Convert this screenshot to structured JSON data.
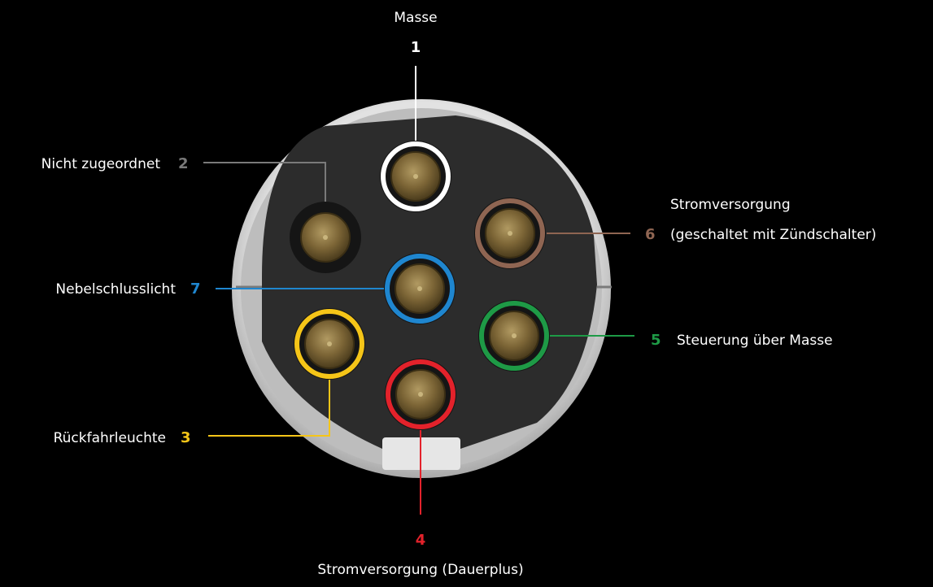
{
  "pins": [
    {
      "number": "1",
      "label": "Masse",
      "label_line2": "",
      "color": "#ffffff"
    },
    {
      "number": "2",
      "label": "Nicht zugeordnet",
      "label_line2": "",
      "color": "#7a7a7a"
    },
    {
      "number": "3",
      "label": "Rückfahrleuchte",
      "label_line2": "",
      "color": "#f5c518"
    },
    {
      "number": "4",
      "label": "Stromversorgung (Dauerplus)",
      "label_line2": "",
      "color": "#e3222b"
    },
    {
      "number": "5",
      "label": "Steuerung über Masse",
      "label_line2": "",
      "color": "#1e9a46"
    },
    {
      "number": "6",
      "label": "Stromversorgung",
      "label_line2": "(geschaltet mit Zündschalter)",
      "color": "#8f6552"
    },
    {
      "number": "7",
      "label": "Nebelschlusslicht",
      "label_line2": "",
      "color": "#1f86cf"
    }
  ],
  "colors": {
    "background": "#000000",
    "housing": "#cfcfcf",
    "face": "#2b2b2b",
    "contact": "#8a7040"
  },
  "icons": {
    "pin_contact": "brass-contact-icon",
    "connector": "7-pin-socket-icon"
  }
}
